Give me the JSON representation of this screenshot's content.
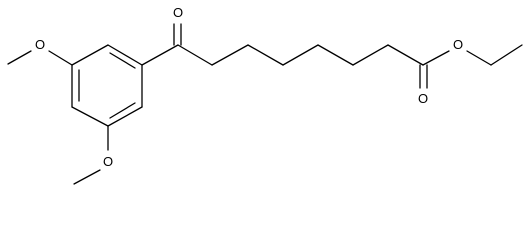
{
  "diagram": {
    "type": "skeletal-structure",
    "atoms": {
      "ketone_oxygen": "O",
      "ester_carbonyl_oxygen": "O",
      "ester_oxygen": "O",
      "methoxy_top_oxygen": "O",
      "methoxy_bottom_oxygen": "O"
    }
  }
}
